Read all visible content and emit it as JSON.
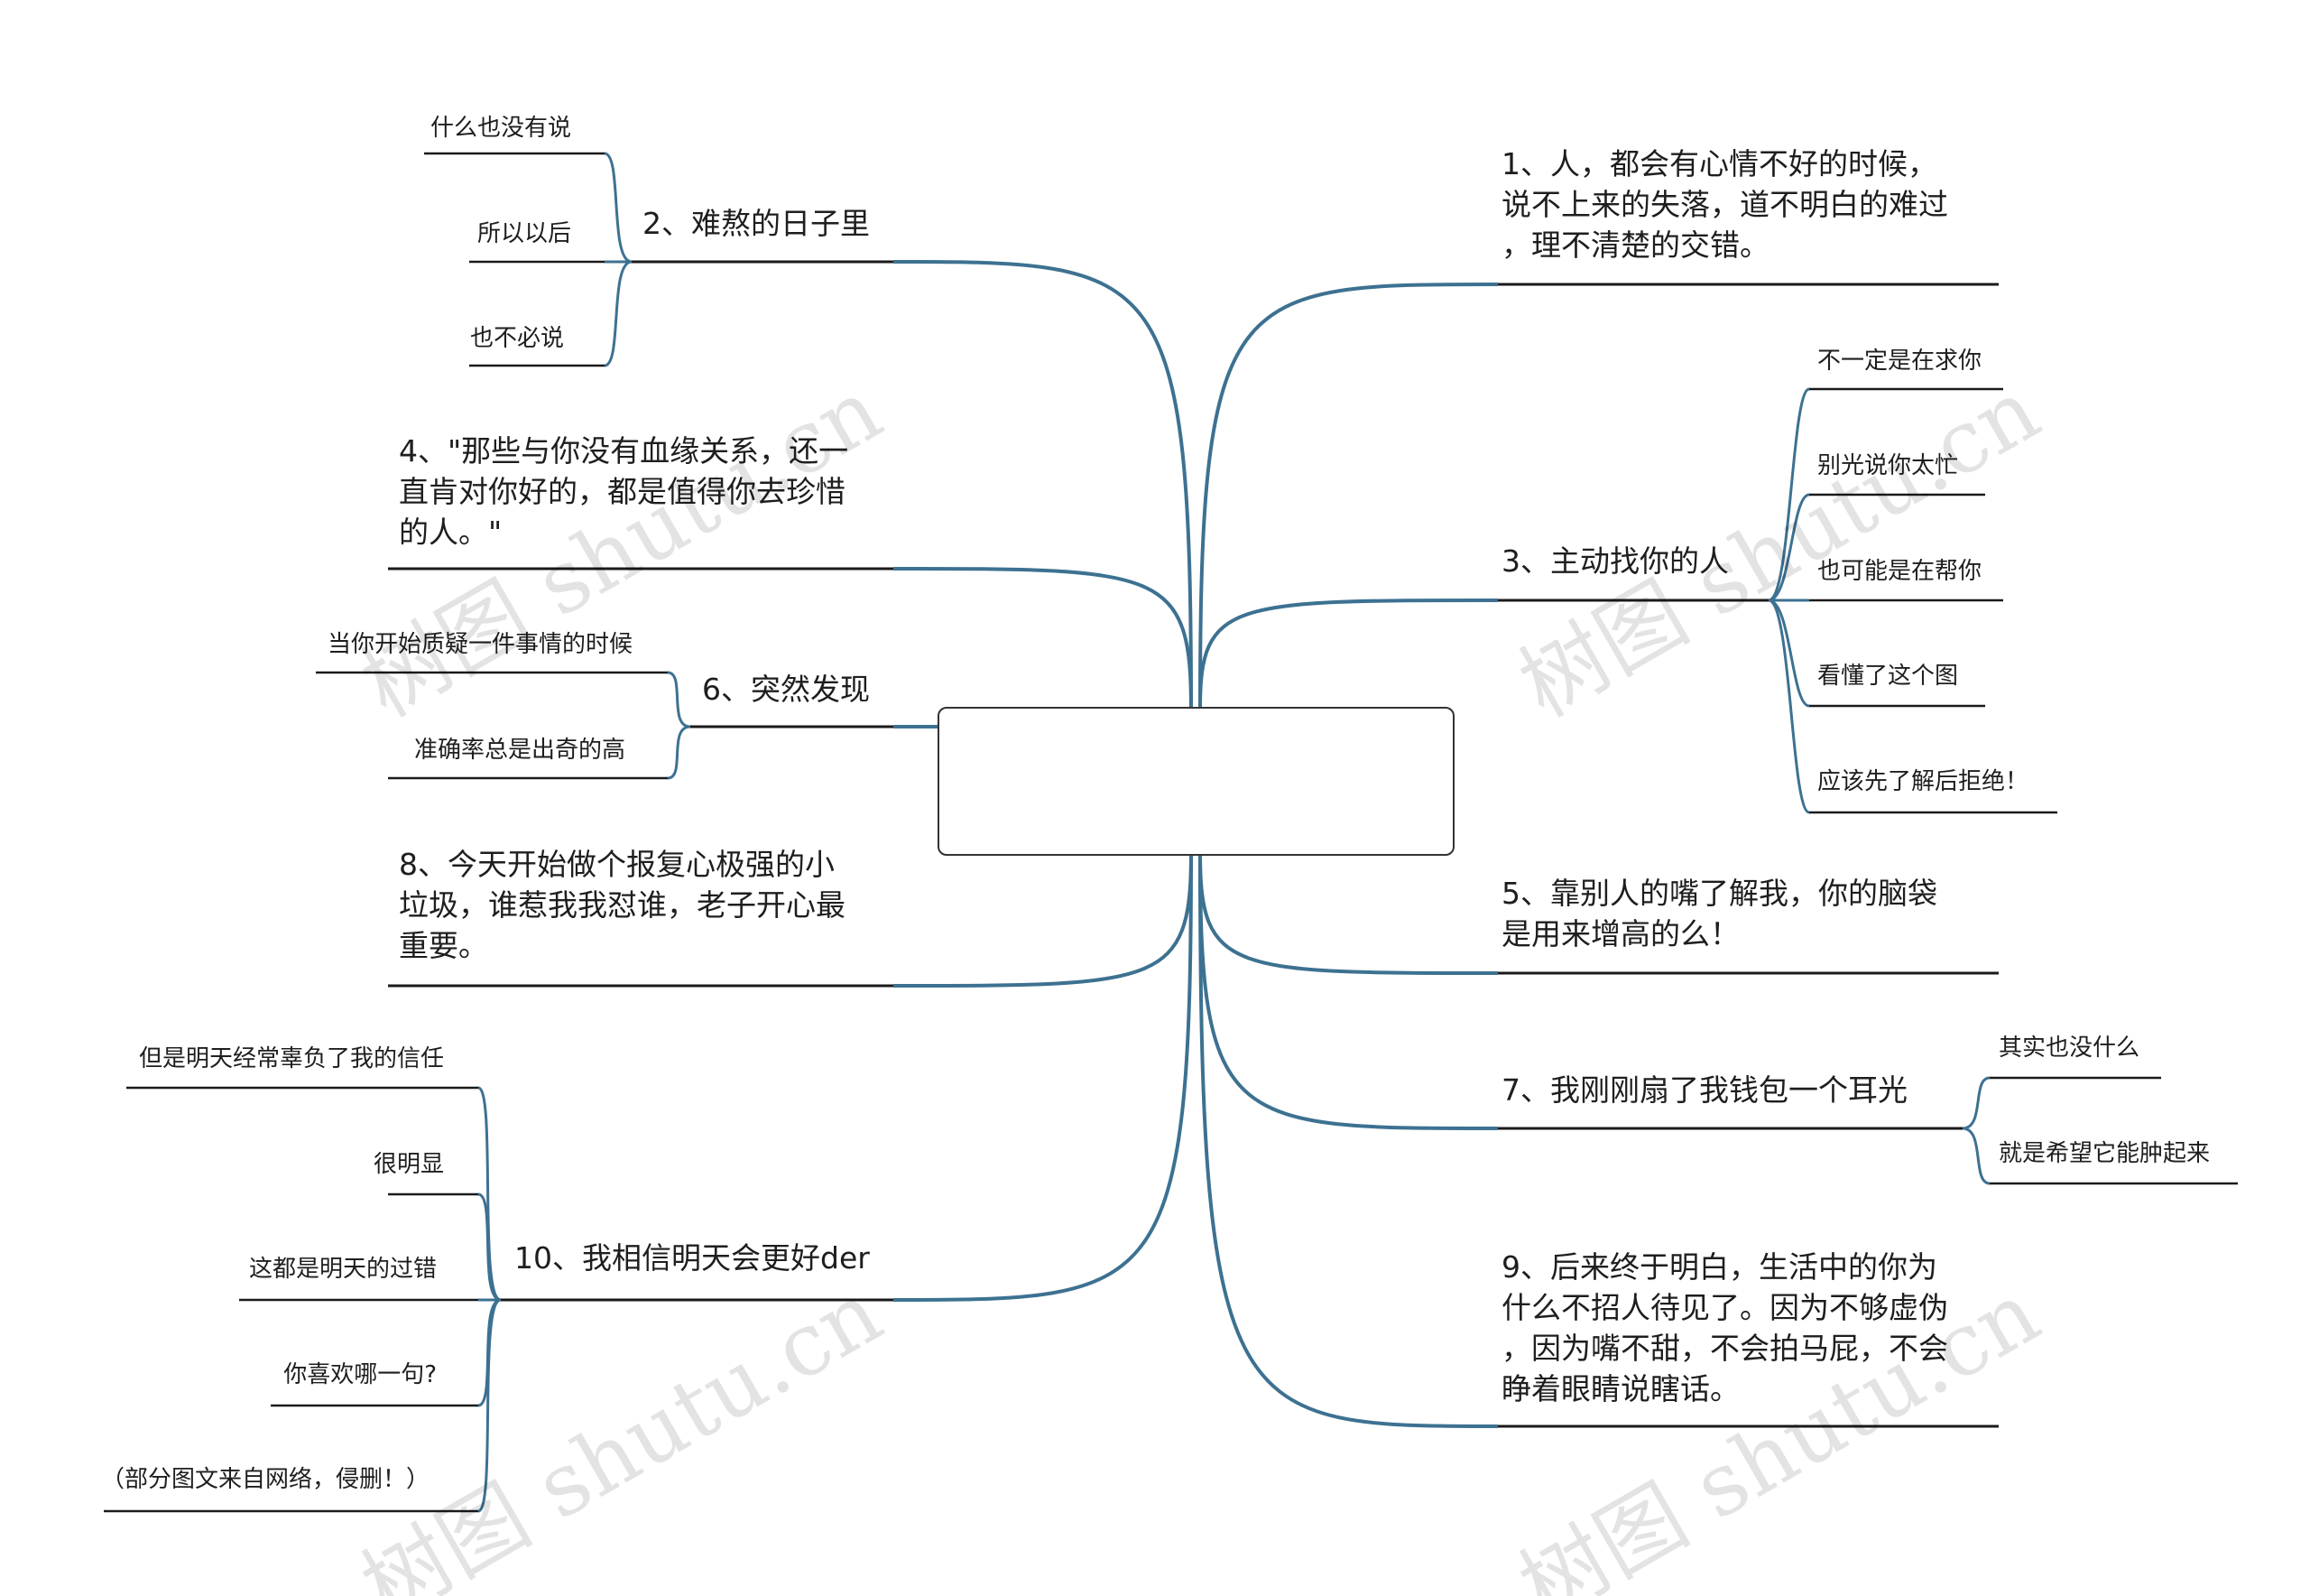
{
  "center": {
    "label": ""
  },
  "colors": {
    "branch": "#3d7191",
    "underline": "#1a1a1a"
  },
  "right": [
    {
      "id": "r1",
      "text": "1、人，都会有心情不好的时候，\n说不上来的失落，道不明白的难过\n，理不清楚的交错。",
      "children": []
    },
    {
      "id": "r3",
      "text": "3、主动找你的人",
      "children": [
        "不一定是在求你",
        "别光说你太忙",
        "也可能是在帮你",
        "看懂了这个图",
        "应该先了解后拒绝！"
      ]
    },
    {
      "id": "r5",
      "text": "5、靠别人的嘴了解我，你的脑袋\n是用来增高的么！",
      "children": []
    },
    {
      "id": "r7",
      "text": "7、我刚刚扇了我钱包一个耳光",
      "children": [
        "其实也没什么",
        "就是希望它能肿起来"
      ]
    },
    {
      "id": "r9",
      "text": "9、后来终于明白，生活中的你为\n什么不招人待见了。因为不够虚伪\n，因为嘴不甜，不会拍马屁，不会\n睁着眼睛说瞎话。",
      "children": []
    }
  ],
  "left": [
    {
      "id": "l2",
      "text": "2、难熬的日子里",
      "children": [
        "什么也没有说",
        "所以以后",
        "也不必说"
      ]
    },
    {
      "id": "l4",
      "text": "4、\"那些与你没有血缘关系，还一\n直肯对你好的，都是值得你去珍惜\n的人。\"",
      "children": []
    },
    {
      "id": "l6",
      "text": "6、突然发现",
      "children": [
        "当你开始质疑一件事情的时候",
        "准确率总是出奇的高"
      ]
    },
    {
      "id": "l8",
      "text": "8、今天开始做个报复心极强的小\n垃圾，谁惹我我怼谁，老子开心最\n重要。",
      "children": []
    },
    {
      "id": "l10",
      "text": "10、我相信明天会更好der",
      "children": [
        "但是明天经常辜负了我的信任",
        "很明显",
        "这都是明天的过错",
        "你喜欢哪一句?",
        "（部分图文来自网络，侵删！）"
      ]
    }
  ],
  "watermark": "树图 shutu.cn"
}
